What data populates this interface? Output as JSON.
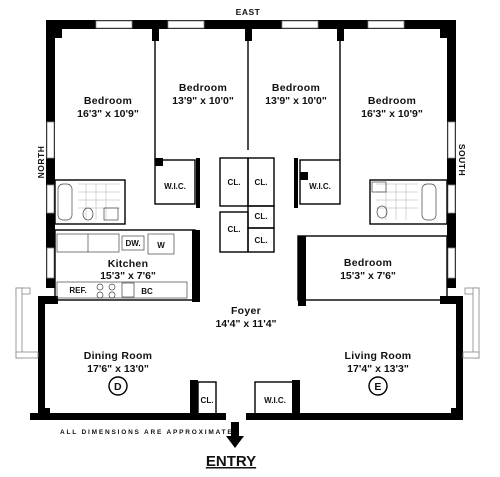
{
  "compass": {
    "east": "EAST",
    "north": "NORTH",
    "south": "SOUTH"
  },
  "rooms": {
    "bedroom1": {
      "name": "Bedroom",
      "dims": "16'3\" x 10'9\""
    },
    "bedroom2": {
      "name": "Bedroom",
      "dims": "13'9\" x 10'0\""
    },
    "bedroom3": {
      "name": "Bedroom",
      "dims": "13'9\" x 10'0\""
    },
    "bedroom4": {
      "name": "Bedroom",
      "dims": "16'3\" x 10'9\""
    },
    "bedroom5": {
      "name": "Bedroom",
      "dims": "15'3\" x 7'6\""
    },
    "kitchen": {
      "name": "Kitchen",
      "dims": "15'3\" x 7'6\""
    },
    "foyer": {
      "name": "Foyer",
      "dims": "14'4\" x 11'4\""
    },
    "dining": {
      "name": "Dining Room",
      "dims": "17'6\" x 13'0\"",
      "marker": "D"
    },
    "living": {
      "name": "Living Room",
      "dims": "17'4\" x 13'3\"",
      "marker": "E"
    }
  },
  "closets": {
    "wic_left": "W.I.C.",
    "wic_right": "W.I.C.",
    "wic_bottom": "W.I.C.",
    "cl_upper_left": "CL.",
    "cl_upper_right": "CL.",
    "cl_mid_right": "CL.",
    "cl_lower_left": "CL.",
    "cl_lower_right": "CL.",
    "cl_dining": "CL."
  },
  "fixtures": {
    "dishwasher": "DW.",
    "washer": "W",
    "refrigerator": "REF.",
    "bc": "BC"
  },
  "note": "ALL DIMENSIONS ARE APPROXIMATE",
  "entry": "ENTRY"
}
